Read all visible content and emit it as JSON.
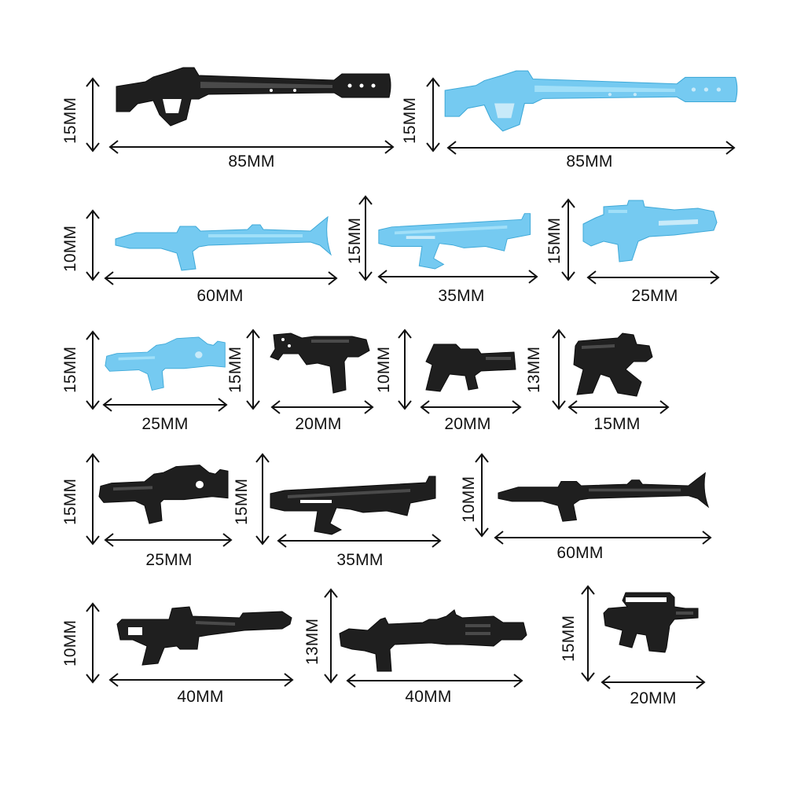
{
  "colors": {
    "black_part": "#1f1f1f",
    "black_highlight": "#4a4a4a",
    "blue_part": "#62c3ef",
    "blue_highlight": "#a6e1f8",
    "arrow": "#111111"
  },
  "items": [
    {
      "id": "row1-black-heavy-rifle",
      "color": "black",
      "icon": "heavy-blaster-rifle-icon",
      "width": "85MM",
      "height": "15MM"
    },
    {
      "id": "row1-blue-heavy-rifle",
      "color": "blue",
      "icon": "heavy-blaster-rifle-icon",
      "width": "85MM",
      "height": "15MM"
    },
    {
      "id": "row2-blue-long-rifle",
      "color": "blue",
      "icon": "long-rifle-icon",
      "width": "60MM",
      "height": "10MM"
    },
    {
      "id": "row2-blue-shotgun",
      "color": "blue",
      "icon": "shotgun-icon",
      "width": "35MM",
      "height": "15MM"
    },
    {
      "id": "row2-blue-blaster-pistol",
      "color": "blue",
      "icon": "blaster-pistol-icon",
      "width": "25MM",
      "height": "15MM"
    },
    {
      "id": "row3-blue-blaster",
      "color": "blue",
      "icon": "blaster-icon",
      "width": "25MM",
      "height": "15MM"
    },
    {
      "id": "row3-black-scoped-pistol",
      "color": "black",
      "icon": "scoped-pistol-icon",
      "width": "20MM",
      "height": "15MM"
    },
    {
      "id": "row3-black-pistol",
      "color": "black",
      "icon": "pistol-icon",
      "width": "20MM",
      "height": "10MM"
    },
    {
      "id": "row3-black-smg",
      "color": "black",
      "icon": "submachine-gun-icon",
      "width": "15MM",
      "height": "13MM"
    },
    {
      "id": "row4-black-blaster",
      "color": "black",
      "icon": "blaster-icon",
      "width": "25MM",
      "height": "15MM"
    },
    {
      "id": "row4-black-shotgun",
      "color": "black",
      "icon": "shotgun-icon",
      "width": "35MM",
      "height": "15MM"
    },
    {
      "id": "row4-black-long-rifle",
      "color": "black",
      "icon": "long-rifle-icon",
      "width": "60MM",
      "height": "10MM"
    },
    {
      "id": "row5-black-assault-rifle",
      "color": "black",
      "icon": "assault-rifle-icon",
      "width": "40MM",
      "height": "10MM"
    },
    {
      "id": "row5-black-launcher-rifle",
      "color": "black",
      "icon": "launcher-rifle-icon",
      "width": "40MM",
      "height": "13MM"
    },
    {
      "id": "row5-black-scoped-blaster",
      "color": "black",
      "icon": "scoped-blaster-icon",
      "width": "20MM",
      "height": "15MM"
    }
  ]
}
